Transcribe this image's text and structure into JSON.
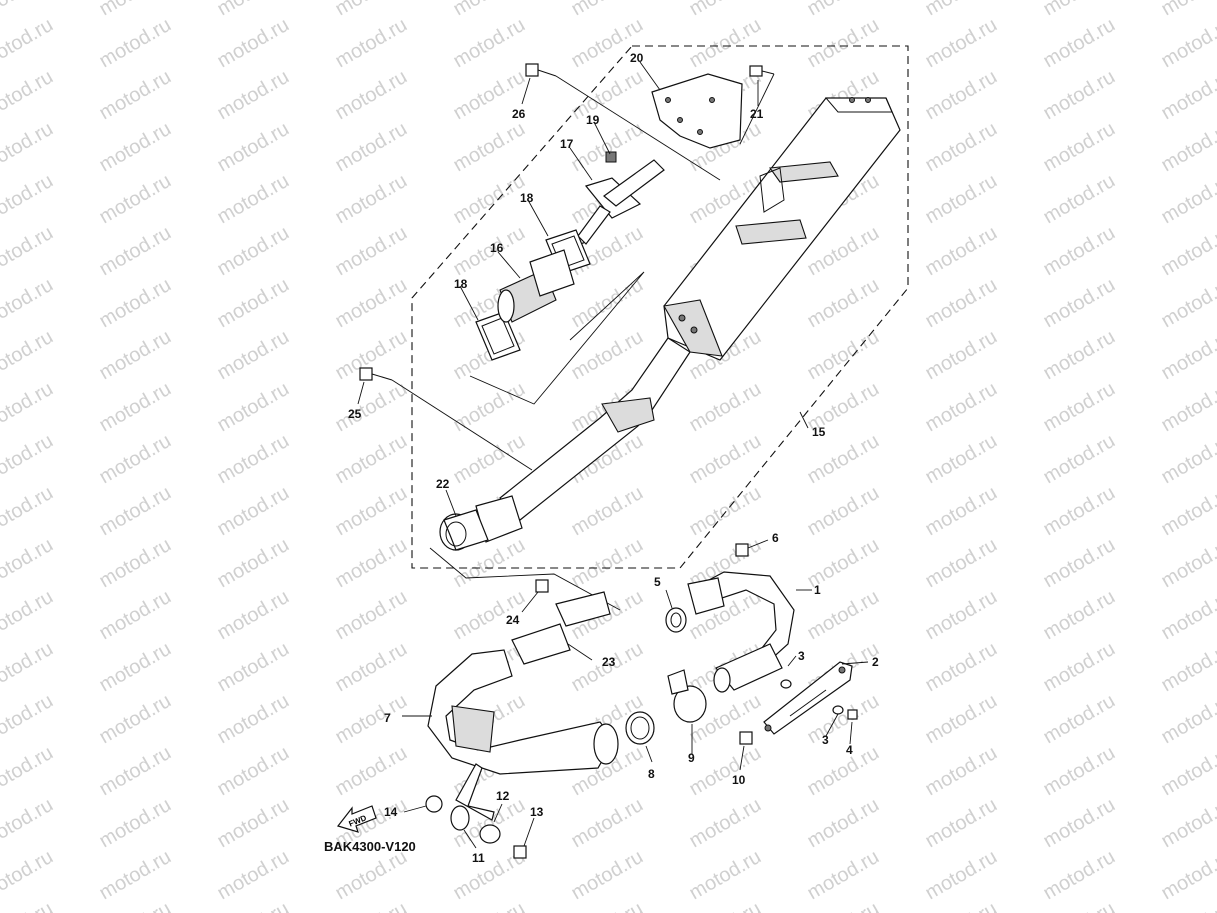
{
  "watermark": "motod.ru",
  "diagram_code": "BAK4300-V120",
  "fwd_label": "FWD",
  "part_labels": {
    "p1": "1",
    "p2": "2",
    "p3a": "3",
    "p3b": "3",
    "p4": "4",
    "p5": "5",
    "p6": "6",
    "p7": "7",
    "p8": "8",
    "p9": "9",
    "p10": "10",
    "p11": "11",
    "p12": "12",
    "p13": "13",
    "p14": "14",
    "p15": "15",
    "p16": "16",
    "p17": "17",
    "p18a": "18",
    "p18b": "18",
    "p19": "19",
    "p20": "20",
    "p21": "21",
    "p22": "22",
    "p23": "23",
    "p24": "24",
    "p25": "25",
    "p26": "26"
  }
}
